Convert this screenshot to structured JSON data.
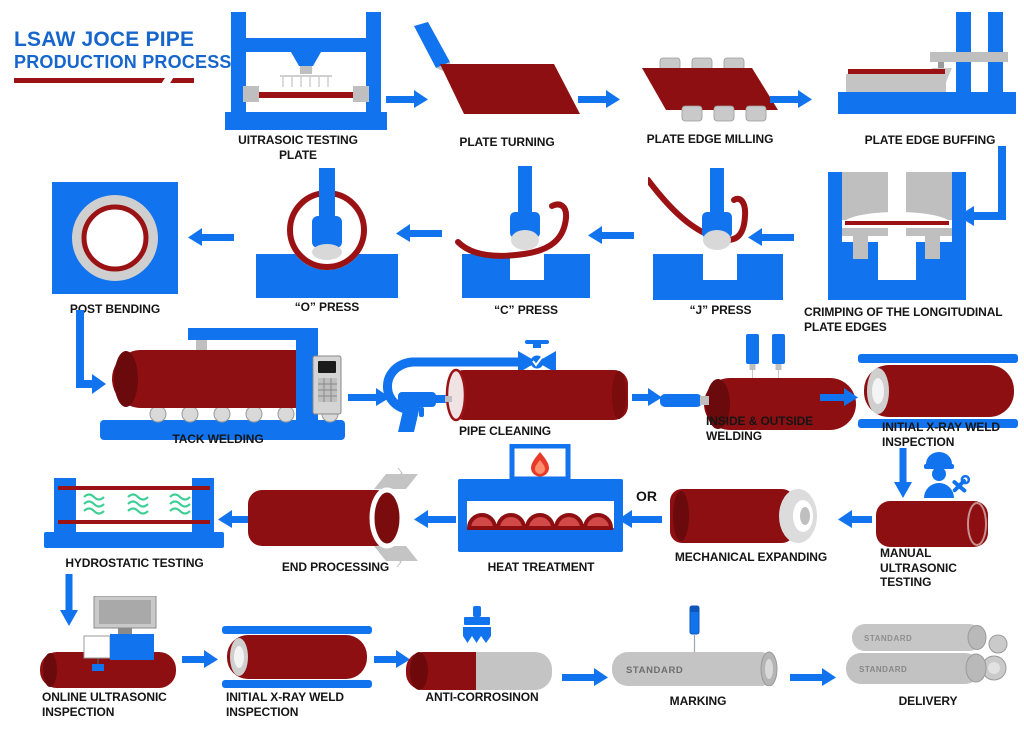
{
  "page": {
    "background": "#FFFFFF"
  },
  "header": {
    "title_line1": "LSAW JOCE PIPE",
    "title_line2": "PRODUCTION PROCESS"
  },
  "colors": {
    "title_blue": "#1766CC",
    "machine_blue": "#1173EE",
    "pipe_dark_red": "#8E0F12",
    "accent_maroon": "#9B1215",
    "steel_gray": "#C4C4C4",
    "water_green": "#3FCF96",
    "label_text": "#151515"
  },
  "connectors": {
    "or_label": "OR"
  },
  "steps": {
    "ultrasonic_testing_plate": {
      "label": "UITRASOIC TESTING PLATE",
      "icon": "testing-press-frame-icon"
    },
    "plate_turning": {
      "label": "PLATE TURNING",
      "icon": "steel-plate-with-probe-icon"
    },
    "plate_edge_milling": {
      "label": "PLATE EDGE MILLING",
      "icon": "plate-with-milling-heads-icon"
    },
    "plate_edge_buffing": {
      "label": "PLATE EDGE BUFFING",
      "icon": "buffing-machine-icon"
    },
    "crimping": {
      "label": "CRIMPING OF THE LONGITUDINAL PLATE EDGES",
      "icon": "crimping-press-icon"
    },
    "j_press": {
      "label": "“J” PRESS",
      "icon": "j-forming-press-icon"
    },
    "c_press": {
      "label": "“C” PRESS",
      "icon": "c-forming-press-icon"
    },
    "o_press": {
      "label": "“O” PRESS",
      "icon": "o-forming-press-icon"
    },
    "post_bending": {
      "label": "POST BENDING",
      "icon": "pipe-cross-section-icon"
    },
    "tack_welding": {
      "label": "TACK WELDING",
      "icon": "tack-welding-machine-icon"
    },
    "pipe_cleaning": {
      "label": "PIPE CLEANING",
      "icon": "spray-gun-and-pipe-icon"
    },
    "inside_outside_welding": {
      "label": "INSIDE & OUTSIDE WELDING",
      "icon": "welding-torches-icon"
    },
    "initial_xray_inspection_1": {
      "label": "INITIAL X-RAY WELD INSPECTION",
      "icon": "xray-scanner-icon"
    },
    "manual_ultrasonic_testing": {
      "label": "MANUAL ULTRASONIC TESTING",
      "icon": "inspector-worker-icon"
    },
    "mechanical_expanding": {
      "label": "MECHANICAL EXPANDING",
      "icon": "pipe-expander-icon"
    },
    "heat_treatment": {
      "label": "HEAT TREATMENT",
      "icon": "furnace-icon"
    },
    "end_processing": {
      "label": "END PROCESSING",
      "icon": "pipe-end-bevel-icon"
    },
    "hydrostatic_testing": {
      "label": "HYDROSTATIC TESTING",
      "icon": "water-test-tank-icon"
    },
    "online_ultrasonic_inspection": {
      "label": "ONLINE ULTRASONIC INSPECTION",
      "icon": "monitor-scanner-icon"
    },
    "initial_xray_inspection_2": {
      "label": "INITIAL X-RAY WELD INSPECTION",
      "icon": "xray-scanner-icon"
    },
    "anti_corrosion": {
      "label": "ANTI-CORROSINON",
      "icon": "paint-brush-pipe-icon"
    },
    "marking": {
      "label": "MARKING",
      "pipe_text": "STANDARD",
      "icon": "marker-pen-pipe-icon"
    },
    "delivery": {
      "label": "DELIVERY",
      "pipe_text_top": "STANDARD",
      "pipe_text_bottom": "STANDARD",
      "icon": "stacked-pipes-icon"
    }
  }
}
